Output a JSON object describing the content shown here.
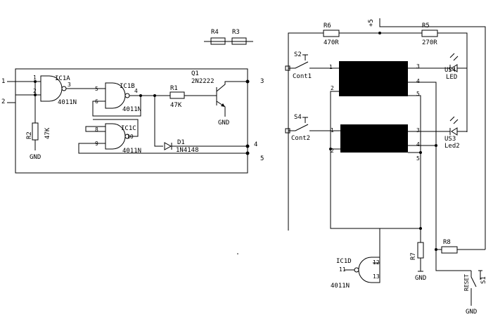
{
  "left_block": {
    "pins": {
      "p1": "1",
      "p2": "2",
      "p3": "3",
      "p4": "4",
      "p5": "5"
    },
    "ic1a": {
      "name": "IC1A",
      "part": "4011N",
      "pin_in1": "1",
      "pin_in2": "2",
      "pin_out": "3"
    },
    "ic1b": {
      "name": "IC1B",
      "part": "4011N",
      "pin_in1": "5",
      "pin_in2": "6",
      "pin_out": "4"
    },
    "ic1c": {
      "name": "IC1C",
      "part": "4011N",
      "pin_in1": "8",
      "pin_in2": "9",
      "pin_out": "10"
    },
    "r1": {
      "name": "R1",
      "value": "47K"
    },
    "r2": {
      "name": "R2",
      "value": "47K",
      "gnd": "GND"
    },
    "q1": {
      "name": "Q1",
      "part": "2N2222",
      "gnd": "GND"
    },
    "d1": {
      "name": "D1",
      "part": "1N4148"
    },
    "r3": {
      "name": "R3"
    },
    "r4": {
      "name": "R4"
    }
  },
  "right_block": {
    "supply": "+5",
    "r6": {
      "name": "R6",
      "value": "470R"
    },
    "r5": {
      "name": "R5",
      "value": "270R"
    },
    "s2": {
      "name": "S2",
      "label": "Cont1"
    },
    "s4": {
      "name": "S4",
      "label": "Cont2"
    },
    "us4": {
      "name": "US4",
      "led": "LED",
      "pin1": "1",
      "pin2": "2",
      "pin3": "3",
      "pin4": "4",
      "pin5": "5"
    },
    "us3": {
      "name": "US3",
      "led": "Led2",
      "pin1": "1",
      "pin2": "2",
      "pin3": "3",
      "pin4": "4",
      "pin5": "5"
    },
    "ic1d": {
      "name": "IC1D",
      "part": "4011N",
      "pin_in1": "12",
      "pin_in2": "13",
      "pin_out": "11"
    },
    "r7": {
      "name": "R7",
      "gnd": "GND"
    },
    "r8": {
      "name": "R8"
    },
    "s1": {
      "name": "S1",
      "label": "RESET",
      "gnd": "GND"
    }
  }
}
